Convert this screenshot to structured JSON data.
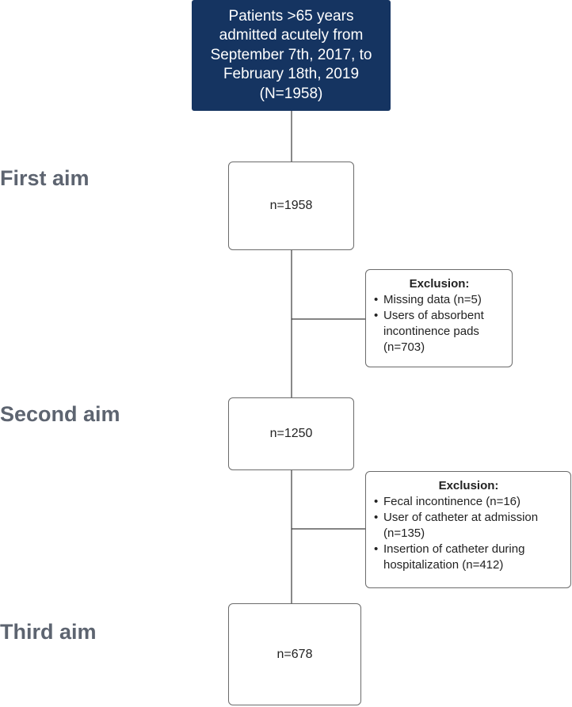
{
  "source": {
    "text": "Patients >65 years\nadmitted acutely from\nSeptember 7th, 2017, to\nFebruary 18th, 2019\n(N=1958)"
  },
  "aims": [
    {
      "label": "First aim",
      "count": "n=1958"
    },
    {
      "label": "Second aim",
      "count": "n=1250"
    },
    {
      "label": "Third aim",
      "count": "n=678"
    }
  ],
  "exclusions": [
    {
      "title": "Exclusion:",
      "items": [
        "Missing data (n=5)",
        "Users of absorbent incontinence pads (n=703)"
      ]
    },
    {
      "title": "Exclusion:",
      "items": [
        "Fecal incontinence (n=16)",
        "User of catheter at admission (n=135)",
        "Insertion of catheter during hospitalization (n=412)"
      ]
    }
  ],
  "colors": {
    "source_box": "#153461",
    "aim_label": "#5d6470",
    "border": "#6b6b6b"
  }
}
